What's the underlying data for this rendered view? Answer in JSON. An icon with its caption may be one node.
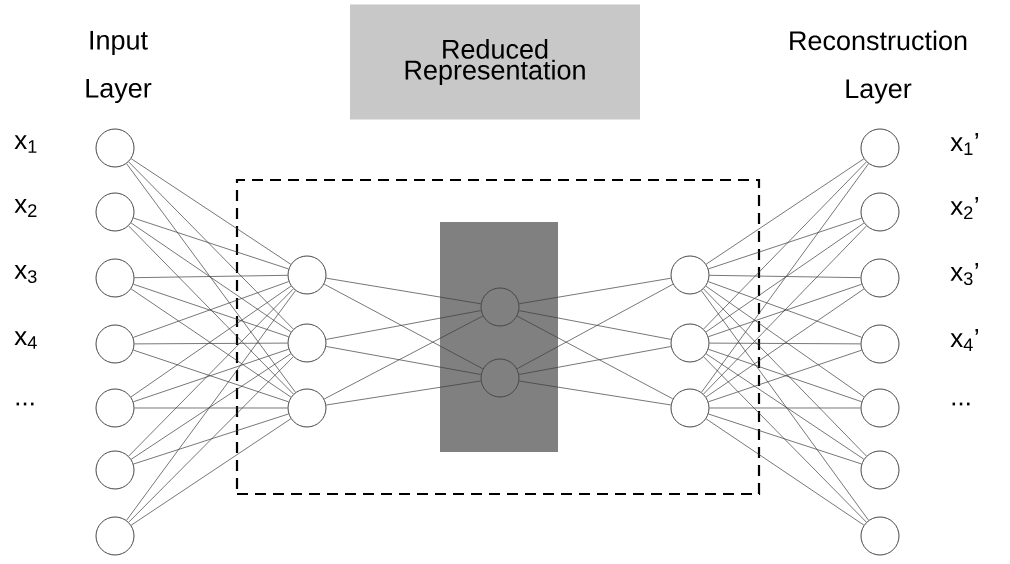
{
  "diagram": {
    "nodes": [
      {
        "text": [
          "Reduced Representation"
        ]
      },
      {
        "text": [],
        "shape": "circle",
        "beside": [
          "x$_{1}$"
        ]
      },
      {
        "text": [],
        "shape": "circle",
        "beside": [
          "x$_{2}$"
        ]
      },
      {
        "text": [],
        "shape": "circle",
        "beside": [
          "x$_{3}$"
        ]
      },
      {
        "text": [],
        "shape": "circle",
        "beside": [
          "x$_{4}$"
        ]
      },
      {
        "text": [],
        "shape": "circle",
        "beside": [
          "..."
        ]
      },
      {
        "text": [],
        "shape": "circle"
      },
      {
        "text": [],
        "shape": "circle"
      },
      {
        "text": [],
        "shape": "box"
      },
      {
        "text": [],
        "shape": "circle",
        "in": 8
      },
      {
        "text": [],
        "shape": "circle",
        "in": 8
      },
      {
        "text": [],
        "shape": "circle",
        "in": 8
      },
      {
        "text": [],
        "shape": "box",
        "in": 8
      },
      {
        "text": [],
        "shape": "circle",
        "in": 12
      },
      {
        "text": [],
        "shape": "circle",
        "in": 12
      },
      {
        "text": [],
        "shape": "circle",
        "in": 8
      },
      {
        "text": [],
        "shape": "circle",
        "in": 8
      },
      {
        "text": [],
        "shape": "circle",
        "in": 8
      },
      {
        "text": [],
        "shape": "circle",
        "beside": [
          "x$_{1}$’"
        ]
      },
      {
        "text": [],
        "shape": "circle",
        "beside": [
          "x$_{2}$’"
        ]
      },
      {
        "text": [],
        "shape": "circle",
        "beside": [
          "x$_{3}$’"
        ]
      },
      {
        "text": [],
        "shape": "circle",
        "beside": [
          "x$_{4}$’"
        ]
      },
      {
        "text": [],
        "shape": "circle",
        "beside": [
          "..."
        ]
      },
      {
        "text": [],
        "shape": "circle"
      },
      {
        "text": [],
        "shape": "circle"
      }
    ],
    "edges": [
      {
        "from": 1,
        "to": 9,
        "arrow": "none"
      },
      {
        "from": 1,
        "to": 10,
        "arrow": "none"
      },
      {
        "from": 1,
        "to": 11,
        "arrow": "none"
      },
      {
        "from": 2,
        "to": 9,
        "arrow": "none"
      },
      {
        "from": 2,
        "to": 10,
        "arrow": "none"
      },
      {
        "from": 2,
        "to": 11,
        "arrow": "none"
      },
      {
        "from": 3,
        "to": 9,
        "arrow": "none"
      },
      {
        "from": 3,
        "to": 10,
        "arrow": "none"
      },
      {
        "from": 3,
        "to": 11,
        "arrow": "none"
      },
      {
        "from": 4,
        "to": 9,
        "arrow": "none"
      },
      {
        "from": 4,
        "to": 10,
        "arrow": "none"
      },
      {
        "from": 4,
        "to": 11,
        "arrow": "none"
      },
      {
        "from": 5,
        "to": 9,
        "arrow": "none"
      },
      {
        "from": 5,
        "to": 10,
        "arrow": "none"
      },
      {
        "from": 5,
        "to": 11,
        "arrow": "none"
      },
      {
        "from": 6,
        "to": 9,
        "arrow": "none"
      },
      {
        "from": 6,
        "to": 10,
        "arrow": "none"
      },
      {
        "from": 6,
        "to": 11,
        "arrow": "none"
      },
      {
        "from": 7,
        "to": 9,
        "arrow": "none"
      },
      {
        "from": 7,
        "to": 10,
        "arrow": "none"
      },
      {
        "from": 7,
        "to": 11,
        "arrow": "none"
      },
      {
        "from": 9,
        "to": 13,
        "arrow": "none"
      },
      {
        "from": 9,
        "to": 14,
        "arrow": "none"
      },
      {
        "from": 10,
        "to": 13,
        "arrow": "none"
      },
      {
        "from": 10,
        "to": 14,
        "arrow": "none"
      },
      {
        "from": 11,
        "to": 13,
        "arrow": "none"
      },
      {
        "from": 11,
        "to": 14,
        "arrow": "none"
      },
      {
        "from": 13,
        "to": 15,
        "arrow": "none"
      },
      {
        "from": 13,
        "to": 16,
        "arrow": "none"
      },
      {
        "from": 13,
        "to": 17,
        "arrow": "none"
      },
      {
        "from": 14,
        "to": 15,
        "arrow": "none"
      },
      {
        "from": 14,
        "to": 16,
        "arrow": "none"
      },
      {
        "from": 14,
        "to": 17,
        "arrow": "none"
      },
      {
        "from": 15,
        "to": 18,
        "arrow": "none"
      },
      {
        "from": 15,
        "to": 19,
        "arrow": "none"
      },
      {
        "from": 15,
        "to": 20,
        "arrow": "none"
      },
      {
        "from": 15,
        "to": 21,
        "arrow": "none"
      },
      {
        "from": 15,
        "to": 22,
        "arrow": "none"
      },
      {
        "from": 15,
        "to": 23,
        "arrow": "none"
      },
      {
        "from": 15,
        "to": 24,
        "arrow": "none"
      },
      {
        "from": 16,
        "to": 18,
        "arrow": "none"
      },
      {
        "from": 16,
        "to": 19,
        "arrow": "none"
      },
      {
        "from": 16,
        "to": 20,
        "arrow": "none"
      },
      {
        "from": 16,
        "to": 21,
        "arrow": "none"
      },
      {
        "from": 16,
        "to": 22,
        "arrow": "none"
      },
      {
        "from": 16,
        "to": 23,
        "arrow": "none"
      },
      {
        "from": 16,
        "to": 24,
        "arrow": "none"
      },
      {
        "from": 17,
        "to": 18,
        "arrow": "none"
      },
      {
        "from": 17,
        "to": 19,
        "arrow": "none"
      },
      {
        "from": 17,
        "to": 20,
        "arrow": "none"
      },
      {
        "from": 17,
        "to": 21,
        "arrow": "none"
      },
      {
        "from": 17,
        "to": 22,
        "arrow": "none"
      },
      {
        "from": 17,
        "to": 23,
        "arrow": "none"
      },
      {
        "from": 17,
        "to": 24,
        "arrow": "none"
      }
    ],
    "labels": [
      "Input Layer",
      "Reconstruction Layer"
    ]
  }
}
